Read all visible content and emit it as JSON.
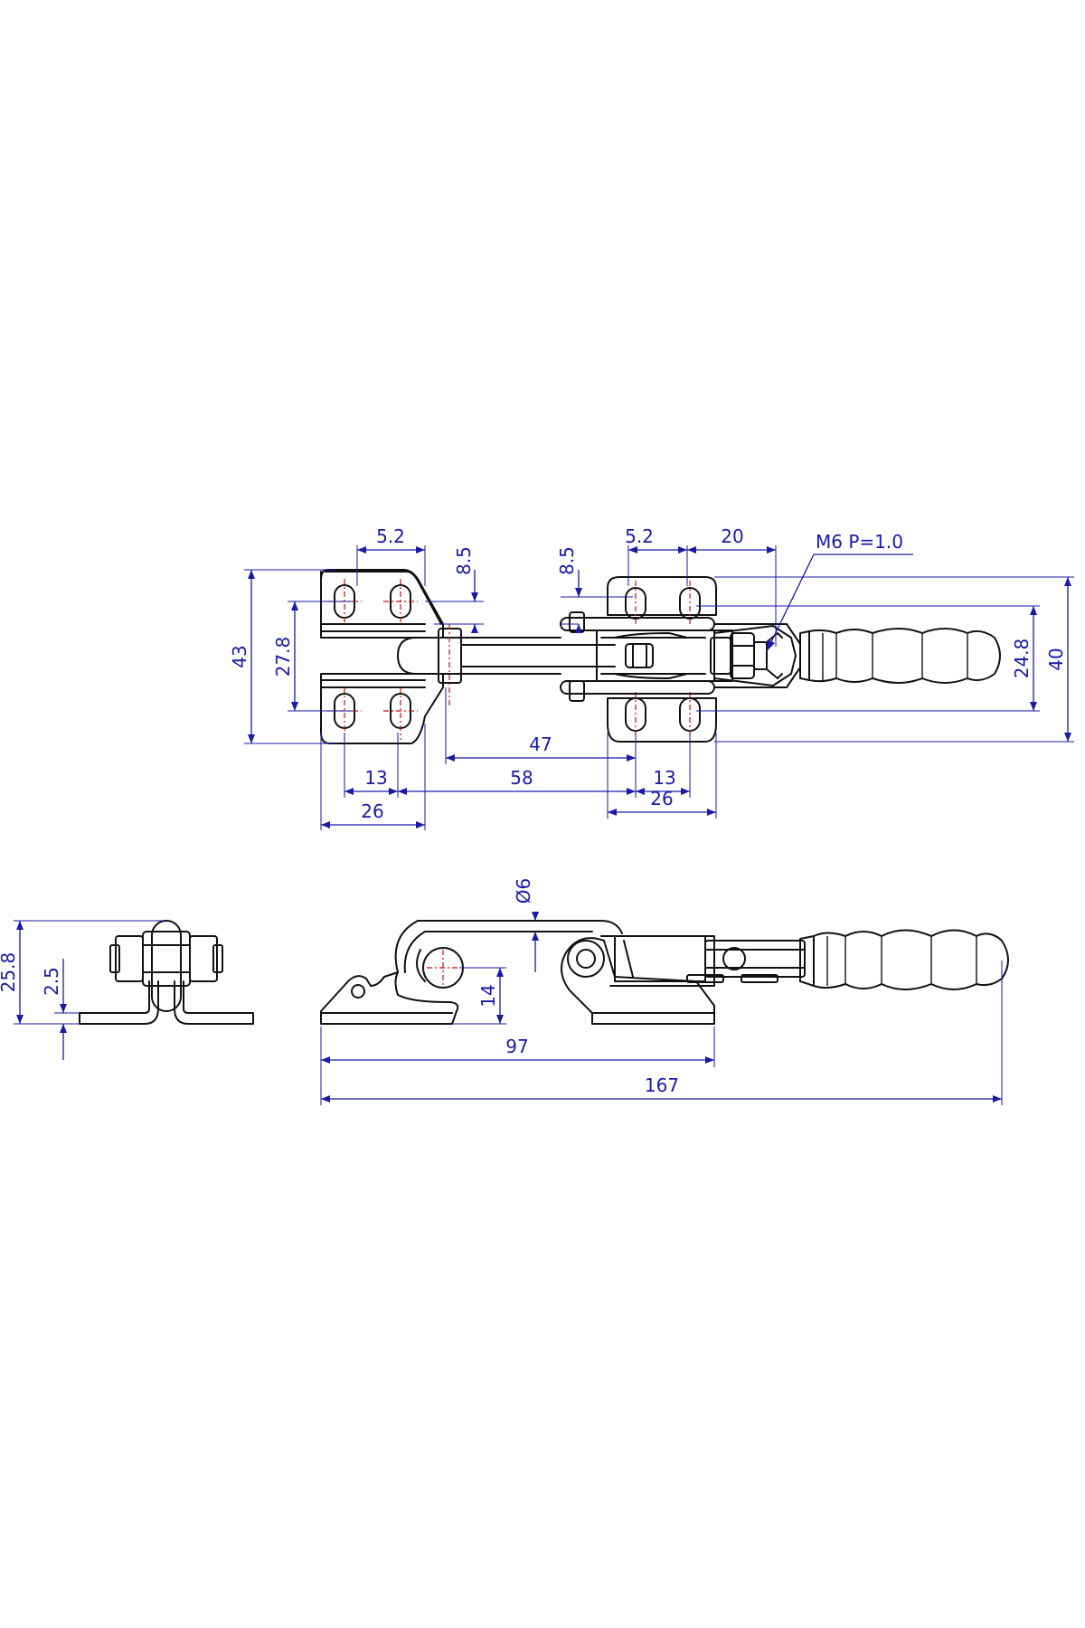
{
  "dimensions": {
    "top_5_2_left": "5.2",
    "top_8_5_left": "8.5",
    "top_8_5_right": "8.5",
    "top_5_2_right": "5.2",
    "top_20": "20",
    "thread": "M6 P=1.0",
    "height_43": "43",
    "height_27_8": "27.8",
    "height_24_8": "24.8",
    "height_40": "40",
    "span_47": "47",
    "bottom_13_left": "13",
    "span_58": "58",
    "bottom_13_right": "13",
    "bottom_26_right": "26",
    "bottom_26_left": "26",
    "diameter_6": "Ø6",
    "side_25_8": "25.8",
    "side_2_5": "2.5",
    "side_14": "14",
    "length_97": "97",
    "length_167": "167"
  },
  "colors": {
    "outline": "#111111",
    "dimension": "#1a1aa6",
    "centerline": "#cc1111"
  }
}
